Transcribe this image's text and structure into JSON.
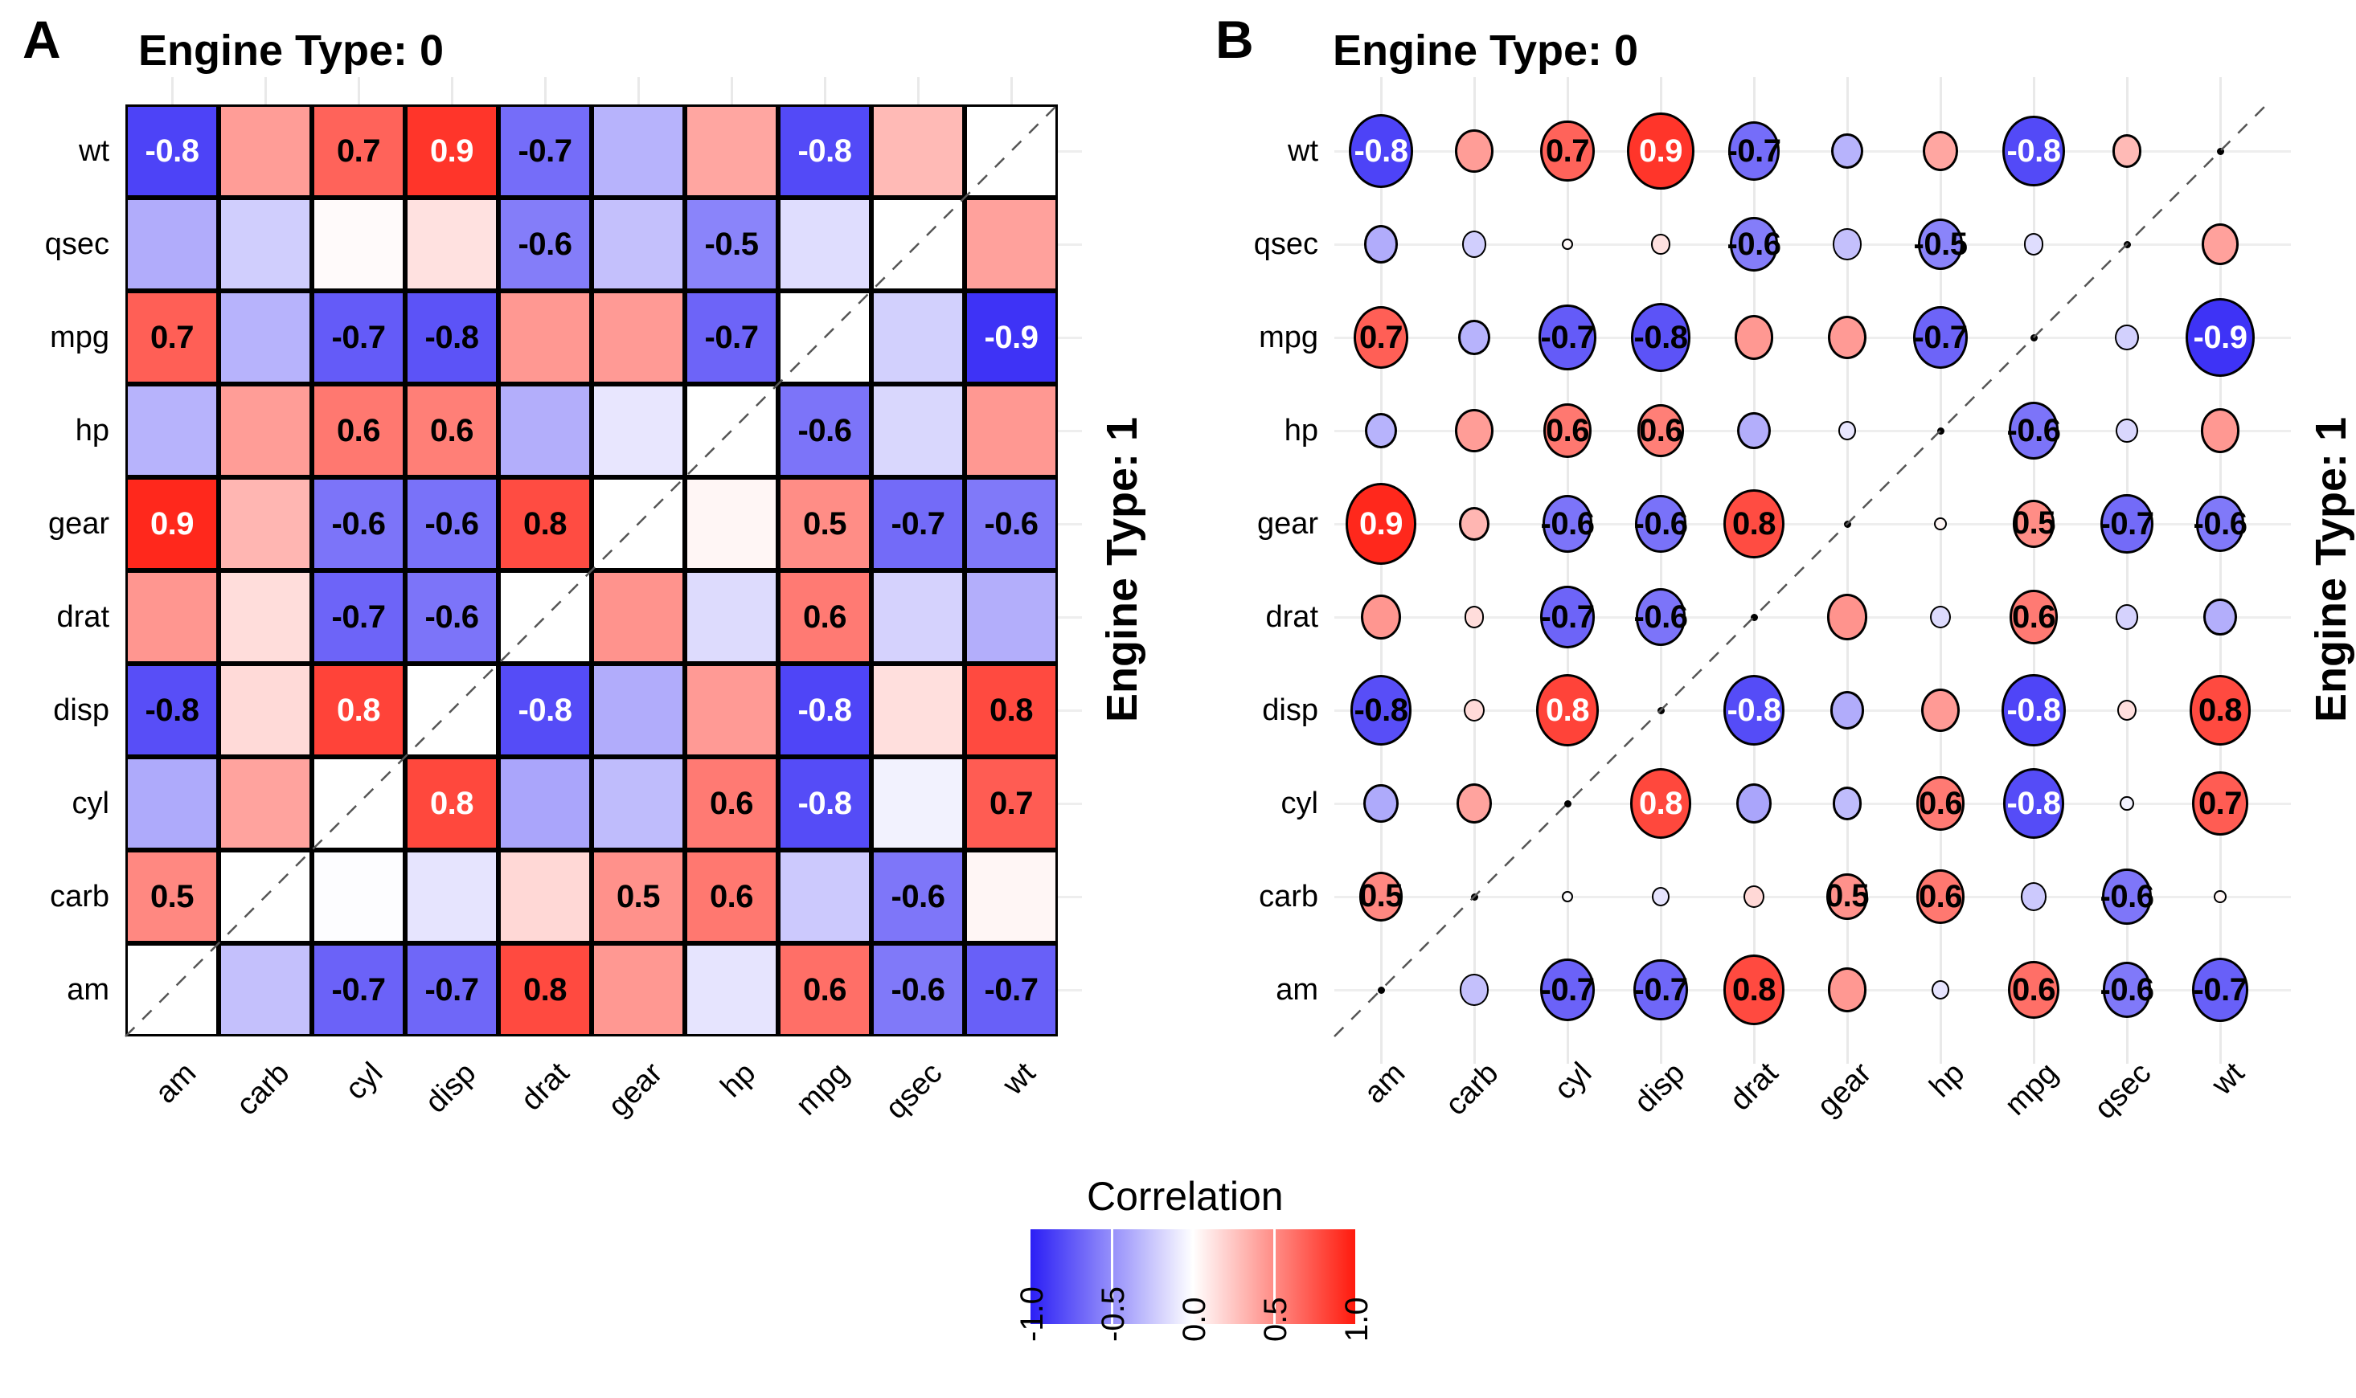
{
  "figure": {
    "legend_title": "Correlation",
    "legend_ticks": [
      "-1.0",
      "-0.5",
      "0.0",
      "0.5",
      "1.0"
    ],
    "legend_range": [
      -1,
      1
    ],
    "colors": {
      "negative_extreme": "#2b1ff5",
      "midpoint": "#ffffff",
      "positive_extreme": "#ff1a0d",
      "gridline": "#e9e9e9",
      "cell_border": "#000000",
      "text_dark": "#000000",
      "text_light": "#ffffff"
    }
  },
  "panels": [
    {
      "tag": "A",
      "title": "Engine Type: 0",
      "strip_label": "Engine Type: 1",
      "mark": "tile"
    },
    {
      "tag": "B",
      "title": "Engine Type: 0",
      "strip_label": "Engine Type: 1",
      "mark": "circle"
    }
  ],
  "chart_data": {
    "type": "heatmap",
    "title": "Engine Type: 0",
    "subtitle": "Engine Type: 1",
    "xlabel": "",
    "ylabel": "",
    "grid": true,
    "legend_position": "bottom",
    "colorbar": {
      "label": "Correlation",
      "ticks": [
        -1.0,
        -0.5,
        0.0,
        0.5,
        1.0
      ],
      "range": [
        -1.0,
        1.0
      ],
      "low": "#2b1ff5",
      "mid": "#ffffff",
      "high": "#ff1a0d"
    },
    "label_threshold": 0.5,
    "x_categories": [
      "am",
      "carb",
      "cyl",
      "disp",
      "drat",
      "gear",
      "hp",
      "mpg",
      "qsec",
      "wt"
    ],
    "y_categories": [
      "wt",
      "qsec",
      "mpg",
      "hp",
      "gear",
      "drat",
      "disp",
      "cyl",
      "carb",
      "am"
    ],
    "note": "Upper-left triangle (above anti-diagonal) = Engine Type: 0; lower-right triangle = Engine Type: 1; anti-diagonal cells are blank with a dashed reference line",
    "values": [
      [
        -0.84,
        0.43,
        0.68,
        0.88,
        -0.65,
        -0.34,
        0.39,
        -0.81,
        0.3,
        null
      ],
      [
        -0.37,
        -0.22,
        0.02,
        0.13,
        -0.58,
        -0.28,
        -0.55,
        -0.15,
        null,
        0.41
      ],
      [
        0.7,
        -0.34,
        -0.73,
        -0.77,
        0.45,
        0.44,
        -0.69,
        null,
        -0.21,
        -0.91
      ],
      [
        -0.34,
        0.43,
        0.59,
        0.56,
        -0.36,
        -0.11,
        null,
        -0.62,
        -0.18,
        0.45
      ],
      [
        0.94,
        0.32,
        -0.62,
        -0.63,
        0.78,
        null,
        0.04,
        0.5,
        -0.66,
        -0.6
      ],
      [
        0.46,
        0.15,
        -0.69,
        -0.62,
        null,
        0.47,
        -0.16,
        0.58,
        -0.2,
        -0.36
      ],
      [
        -0.79,
        0.16,
        0.82,
        null,
        -0.8,
        -0.37,
        0.44,
        -0.83,
        0.14,
        0.79
      ],
      [
        -0.38,
        0.4,
        null,
        0.8,
        -0.4,
        -0.3,
        0.58,
        -0.8,
        -0.06,
        0.71
      ],
      [
        0.52,
        null,
        -0.01,
        -0.12,
        0.17,
        0.48,
        0.59,
        -0.24,
        -0.61,
        0.04
      ],
      [
        null,
        -0.28,
        -0.7,
        -0.68,
        0.79,
        0.45,
        -0.12,
        0.63,
        -0.6,
        -0.71
      ]
    ],
    "labels": [
      [
        "-0.8",
        "",
        "0.7",
        "0.9",
        "-0.7",
        "",
        "",
        "-0.8",
        "",
        ""
      ],
      [
        "",
        "",
        "",
        "",
        "-0.6",
        "",
        "-0.5",
        "",
        "",
        ""
      ],
      [
        "0.7",
        "",
        "-0.7",
        "-0.8",
        "",
        "",
        "-0.7",
        "",
        "",
        "-0.9"
      ],
      [
        "",
        "",
        "0.6",
        "0.6",
        "",
        "",
        "",
        "-0.6",
        "",
        ""
      ],
      [
        "0.9",
        "",
        "-0.6",
        "-0.6",
        "0.8",
        "",
        "",
        "0.5",
        "-0.7",
        "-0.6"
      ],
      [
        "",
        "",
        "-0.7",
        "-0.6",
        "",
        "",
        "",
        "0.6",
        "",
        ""
      ],
      [
        "-0.8",
        "",
        "0.8",
        "",
        "-0.8",
        "",
        "",
        "-0.8",
        "",
        "0.8"
      ],
      [
        "",
        "",
        "",
        "0.8",
        "",
        "",
        "0.6",
        "-0.8",
        "",
        "0.7"
      ],
      [
        "0.5",
        "",
        "",
        "",
        "",
        "0.5",
        "0.6",
        "",
        "-0.6",
        ""
      ],
      [
        "",
        "",
        "-0.7",
        "-0.7",
        "0.8",
        "",
        "",
        "0.6",
        "-0.6",
        "-0.7"
      ]
    ]
  }
}
